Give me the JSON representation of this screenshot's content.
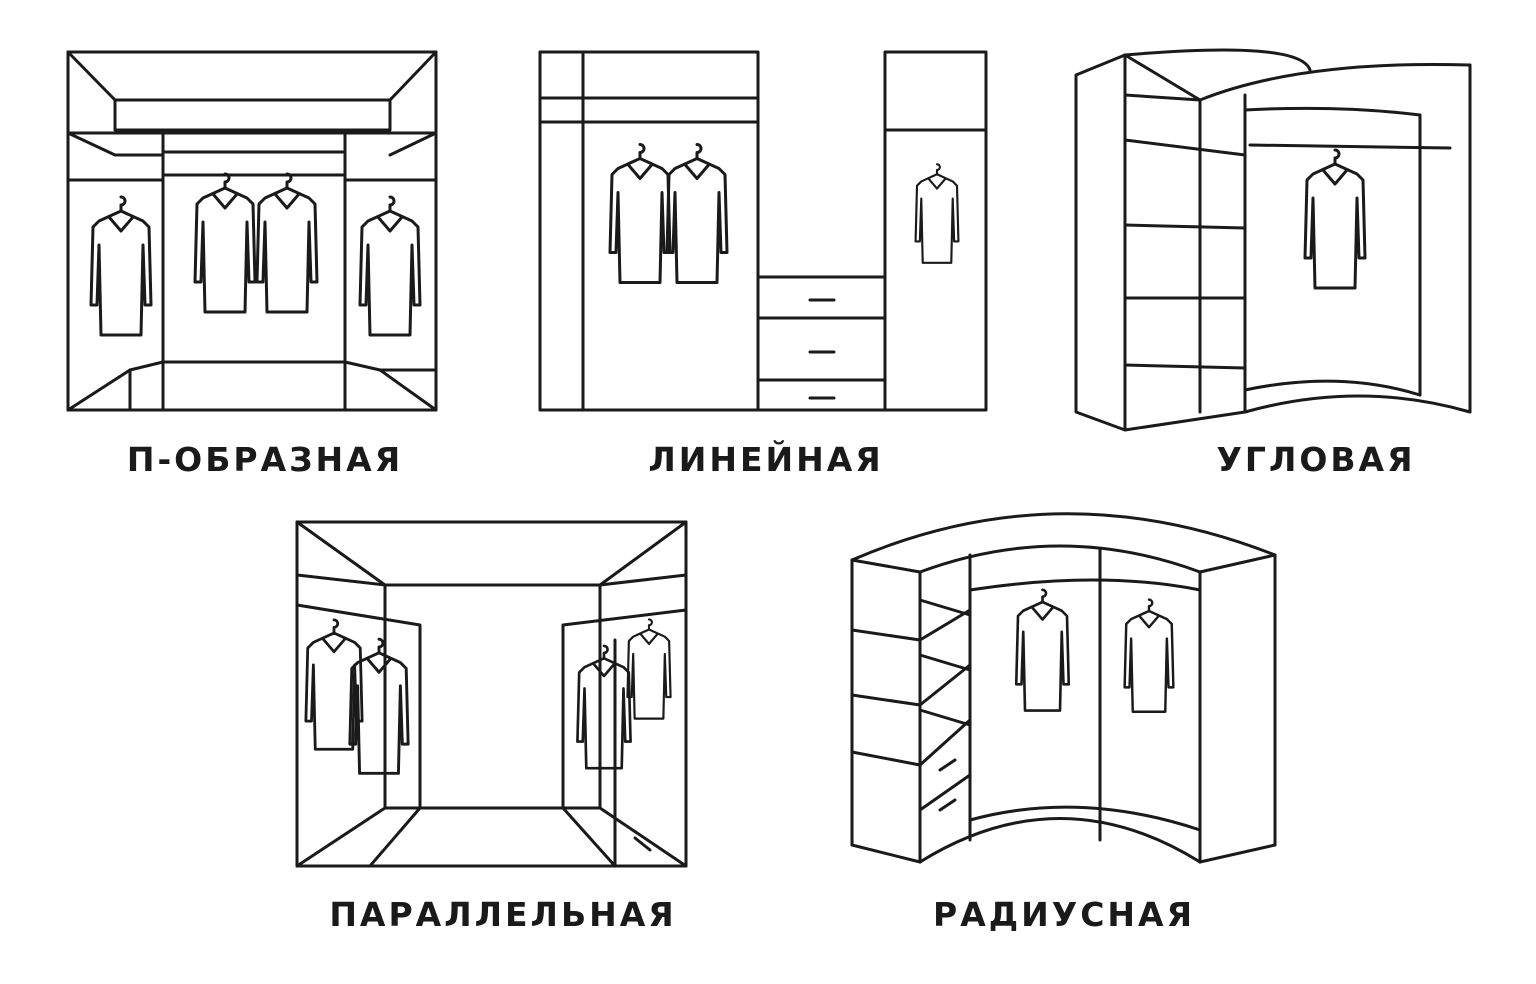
{
  "wardrobe_types": [
    {
      "label": "П-ОБРАЗНАЯ"
    },
    {
      "label": "ЛИНЕЙНАЯ"
    },
    {
      "label": "УГЛОВАЯ"
    },
    {
      "label": "ПАРАЛЛЕЛЬНАЯ"
    },
    {
      "label": "РАДИУСНАЯ"
    }
  ],
  "line_color": "#1a1a1a"
}
